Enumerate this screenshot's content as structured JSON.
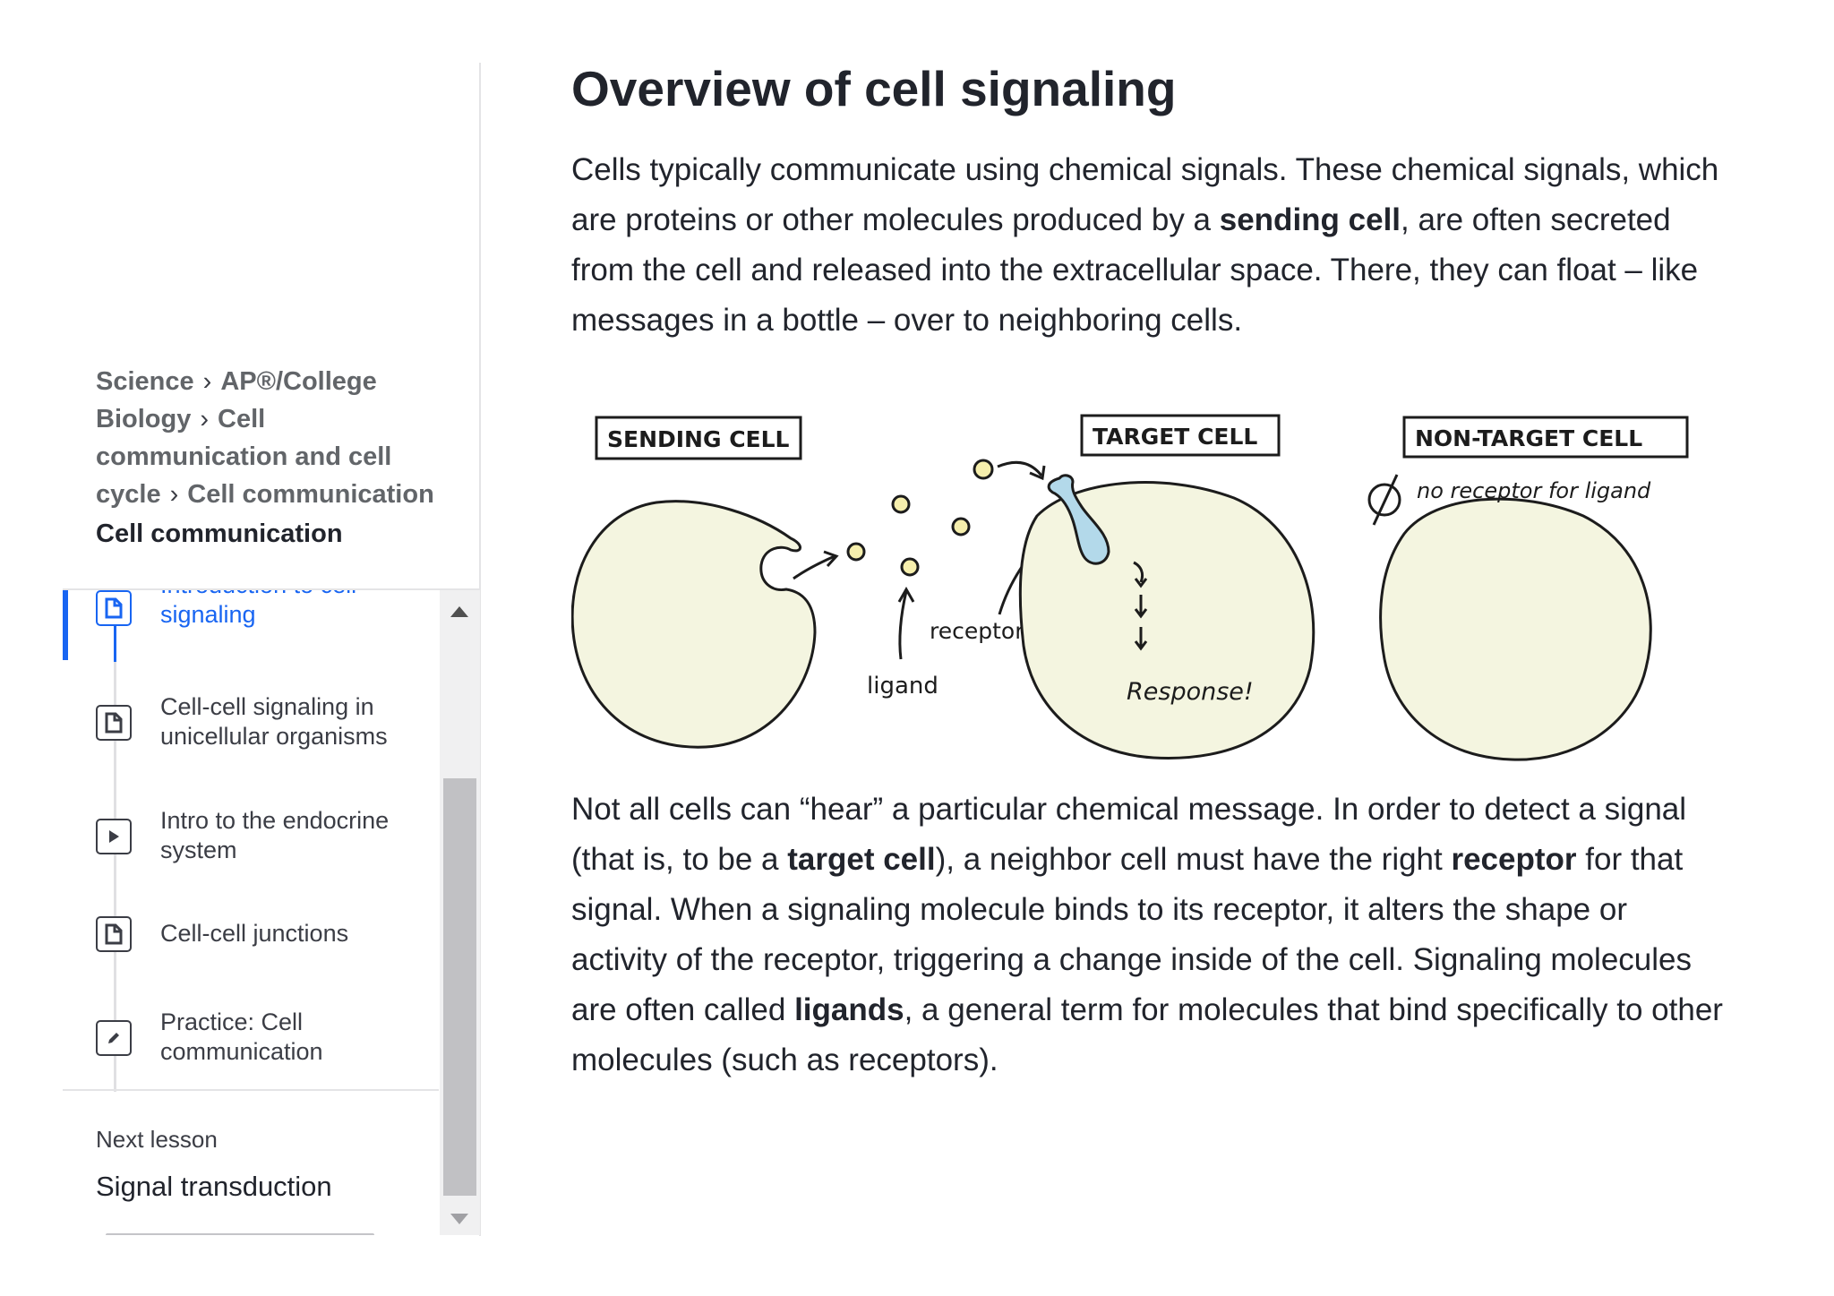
{
  "sidebar": {
    "breadcrumb": [
      {
        "label": "Science"
      },
      {
        "label": "AP®/College Biology"
      },
      {
        "label": "Cell communication and cell cycle"
      },
      {
        "label": "Cell communication"
      }
    ],
    "unit_title": "Cell communication",
    "lessons": [
      {
        "title_line1": "Introduction to cell",
        "title_line2": "signaling",
        "icon": "article-icon",
        "active": true,
        "completed": true
      },
      {
        "title_line1": "Cell-cell signaling in",
        "title_line2": "unicellular organisms",
        "icon": "article-icon"
      },
      {
        "title_line1": "Intro to the endocrine",
        "title_line2": "system",
        "icon": "video-play-icon"
      },
      {
        "title_line1": "Cell-cell junctions",
        "title_line2": "",
        "icon": "article-icon"
      },
      {
        "title_line1": "Practice: Cell",
        "title_line2": "communication",
        "icon": "pencil-icon"
      }
    ],
    "next_lesson": {
      "label": "Next lesson",
      "title": "Signal transduction"
    }
  },
  "article": {
    "title": "Overview of cell signaling",
    "para1": {
      "t1": "Cells typically communicate using chemical signals. These chemical signals, which are proteins or other molecules produced by a ",
      "b1": "sending cell",
      "t2": ", are often secreted from the cell and released into the extracellular space. There, they can float – like messages in a bottle – over to neighboring cells."
    },
    "figure": {
      "sending_cell_label": "SENDING CELL",
      "target_cell_label": "TARGET CELL",
      "non_target_cell_label": "NON-TARGET CELL",
      "no_receptor_note": "no receptor for ligand",
      "ligand_label": "ligand",
      "receptor_label": "receptor",
      "response_label": "Response!",
      "cell_fill": "#f4f5e0",
      "receptor_fill": "#b3d9ea"
    },
    "para2": {
      "t1": "Not all cells can “hear” a particular chemical message. In order to detect a signal (that is, to be a ",
      "b1": "target cell",
      "t2": "), a neighbor cell must have the right ",
      "b2": "receptor",
      "t3": " for that signal. When a signaling molecule binds to its receptor, it alters the shape or activity of the receptor, triggering a change inside of the cell. Signaling molecules are often called ",
      "b3": "ligands",
      "t4": ", a general term for molecules that bind specifically to other molecules (such as receptors)."
    }
  }
}
